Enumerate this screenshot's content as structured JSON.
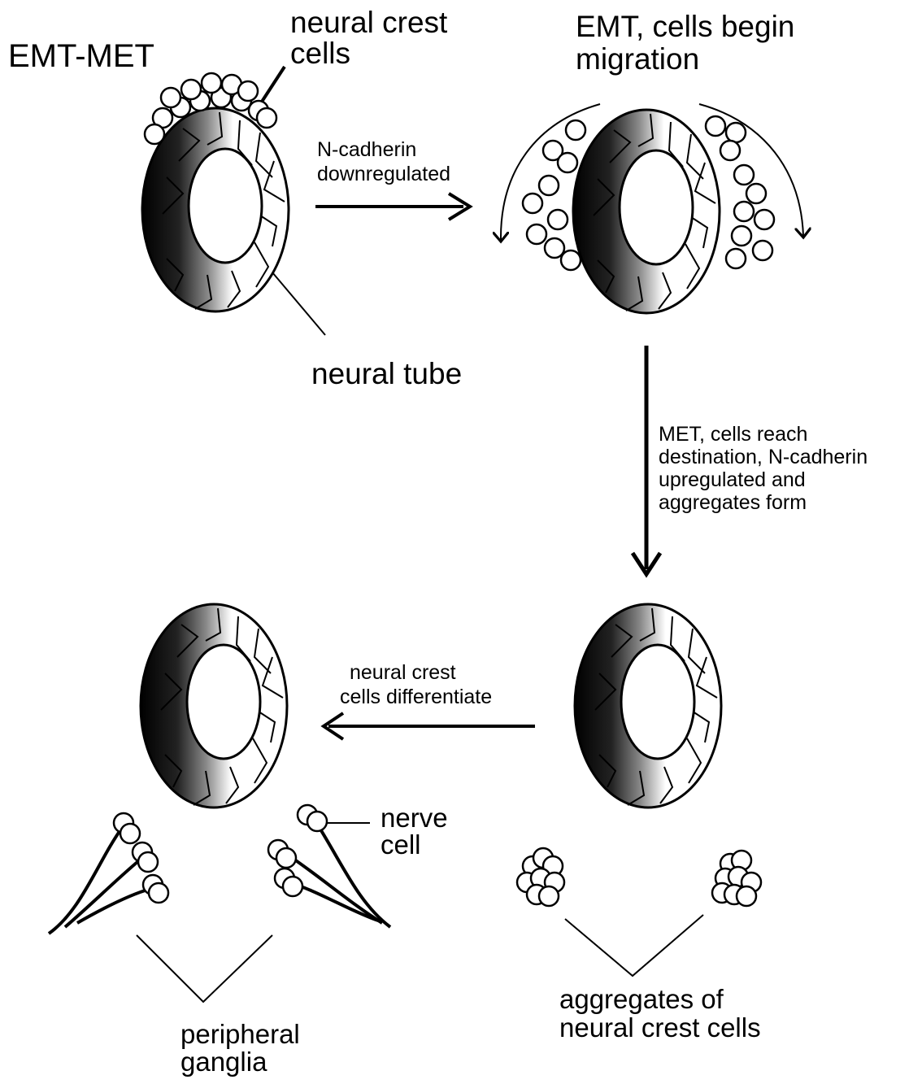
{
  "title": "EMT-MET",
  "labels": {
    "neural_crest_cells": [
      "neural crest",
      "cells"
    ],
    "emt_migration": [
      "EMT, cells begin",
      "migration"
    ],
    "n_cadherin_down": [
      "N-cadherin",
      "downregulated"
    ],
    "neural_tube": "neural tube",
    "met_step": [
      "MET, cells reach",
      "destination, N-cadherin",
      "upregulated and",
      "aggregates form"
    ],
    "differentiate": [
      "neural crest",
      "cells differentiate"
    ],
    "nerve_cell": [
      "nerve",
      "cell"
    ],
    "peripheral_ganglia": [
      "peripheral",
      "ganglia"
    ],
    "aggregates": [
      "aggregates of",
      "neural crest cells"
    ]
  }
}
